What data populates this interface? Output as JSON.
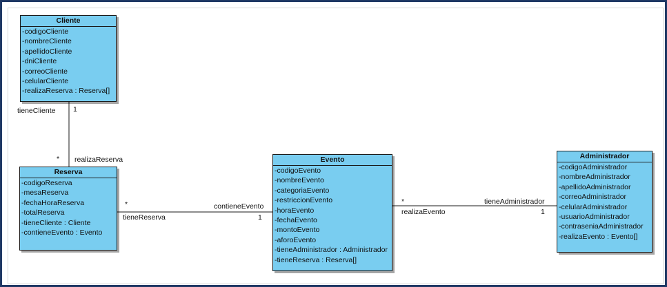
{
  "classes": {
    "cliente": {
      "name": "Cliente",
      "attributes": [
        "-codigoCliente",
        "-nombreCliente",
        "-apellidoCliente",
        "-dniCliente",
        "-correoCliente",
        "-celularCliente",
        "-realizaReserva : Reserva[]"
      ]
    },
    "reserva": {
      "name": "Reserva",
      "attributes": [
        "-codigoReserva",
        "-mesaReserva",
        "-fechaHoraReserva",
        "-totalReserva",
        "-tieneCliente : Cliente",
        "-contieneEvento : Evento"
      ]
    },
    "evento": {
      "name": "Evento",
      "attributes": [
        "-codigoEvento",
        "-nombreEvento",
        "-categoriaEvento",
        "-restriccionEvento",
        "-horaEvento",
        "-fechaEvento",
        "-montoEvento",
        "-aforoEvento",
        "-tieneAdministrador : Administrador",
        "-tieneReserva : Reserva[]"
      ]
    },
    "administrador": {
      "name": "Administrador",
      "attributes": [
        "-codigoAdministrador",
        "-nombreAdministrador",
        "-apellidoAdministrador",
        "-correoAdministrador",
        "-celularAdministrador",
        "-usuarioAdministrador",
        "-contraseniaAdministrador",
        "-realizaEvento : Evento[]"
      ]
    }
  },
  "associations": {
    "cliente_reserva": {
      "role_cliente": "tieneCliente",
      "mult_cliente": "1",
      "role_reserva": "realizaReserva",
      "mult_reserva": "*"
    },
    "reserva_evento": {
      "mult_reserva": "*",
      "role_reserva": "tieneReserva",
      "role_evento": "contieneEvento",
      "mult_evento": "1"
    },
    "evento_administrador": {
      "mult_evento": "*",
      "role_evento": "realizaEvento",
      "role_admin": "tieneAdministrador",
      "mult_admin": "1"
    }
  },
  "colors": {
    "class_fill": "#79cdf0",
    "border": "#1a1a1a",
    "frame": "#1f3864"
  }
}
